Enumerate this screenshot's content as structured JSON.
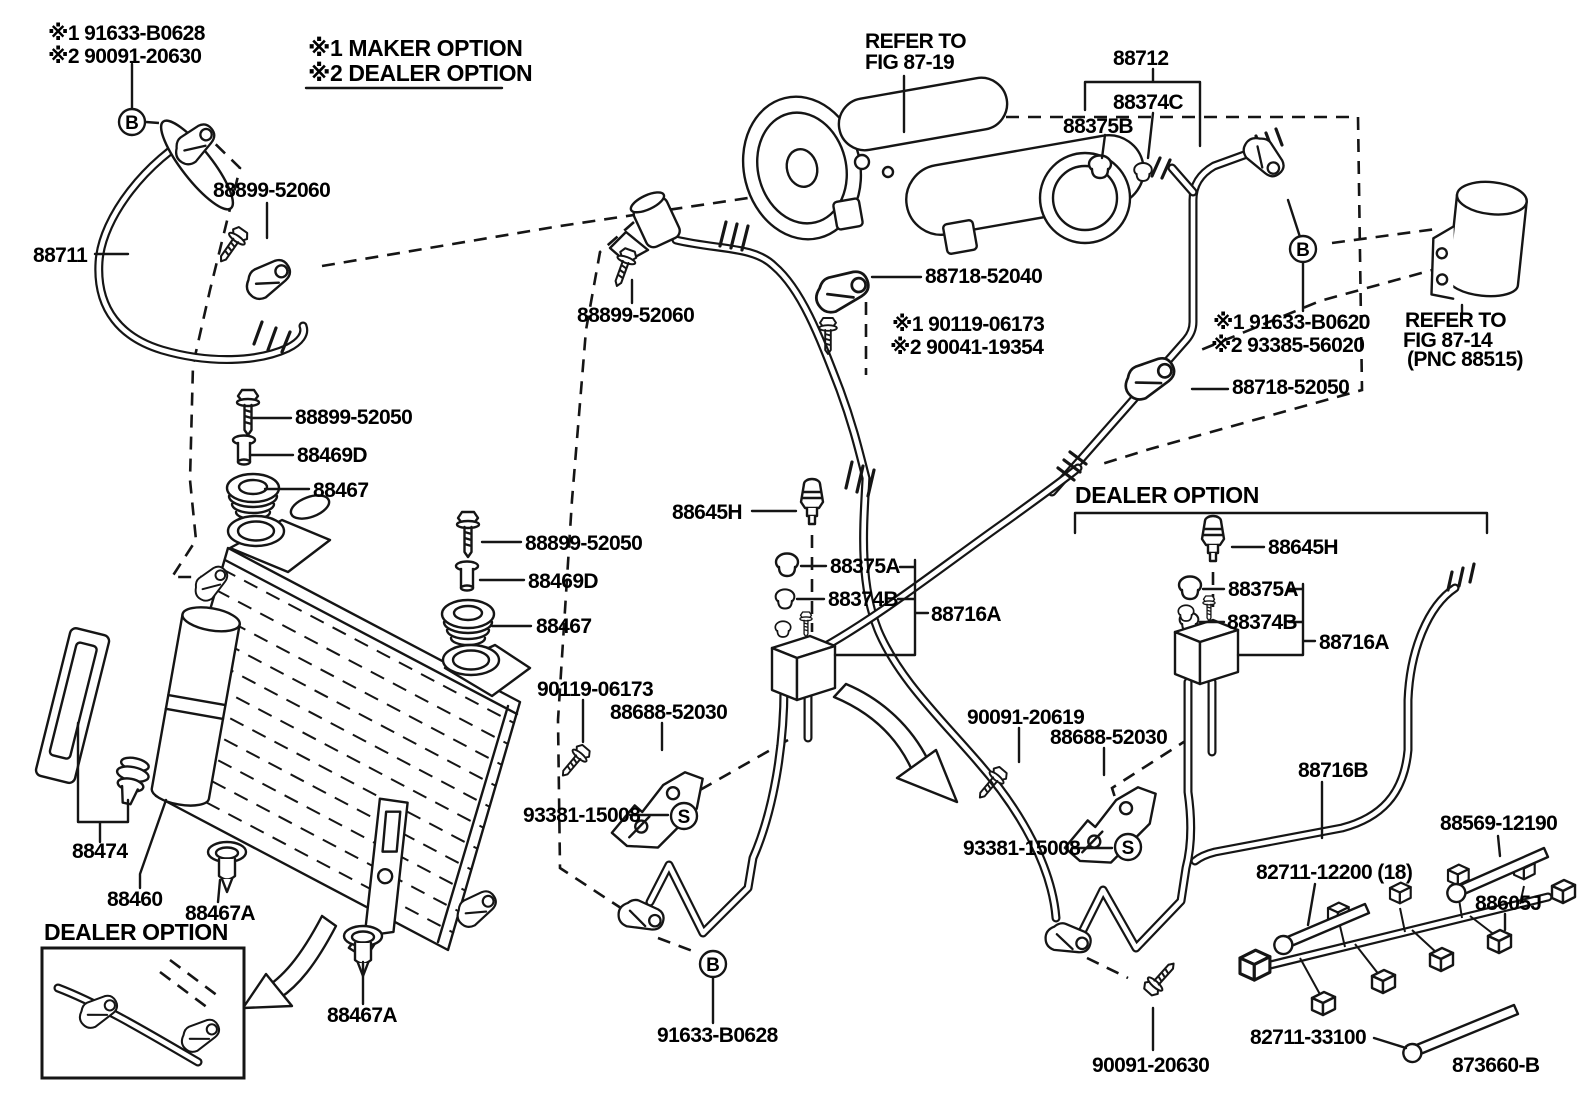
{
  "colors": {
    "ink": "#151515",
    "bg": "#ffffff"
  },
  "legend": {
    "maker": "※1 MAKER OPTION",
    "dealer": "※2 DEALER OPTION"
  },
  "notes": {
    "top_left_1": "※1 91633-B0628",
    "top_left_2": "※2 90091-20630",
    "compressor_bolt_1": "※1 90119-06173",
    "compressor_bolt_2": "※2 90041-19354",
    "right_clamp_1": "※1 91633-B0620",
    "right_clamp_2": "※2 93385-56020"
  },
  "refs": {
    "fig8719_line1": "REFER TO",
    "fig8719_line2": "FIG 87-19",
    "fig8714_line1": "REFER TO",
    "fig8714_line2": "FIG 87-14",
    "fig8714_line3": "(PNC 88515)"
  },
  "sections": {
    "dealer_right": "DEALER OPTION",
    "dealer_inset": "DEALER OPTION"
  },
  "symbols": {
    "b": "B",
    "s": "S"
  },
  "parts": {
    "p88711": "88711",
    "p88899_52060_a": "88899-52060",
    "p88899_52060_b": "88899-52060",
    "p88712": "88712",
    "p88374C": "88374C",
    "p88375B": "88375B",
    "p88718_52040": "88718-52040",
    "p88718_52050": "88718-52050",
    "p88899_52050_a": "88899-52050",
    "p88899_52050_b": "88899-52050",
    "p88469D_a": "88469D",
    "p88469D_b": "88469D",
    "p88467_a": "88467",
    "p88467_b": "88467",
    "p88645H_a": "88645H",
    "p88645H_b": "88645H",
    "p88375A_a": "88375A",
    "p88375A_b": "88375A",
    "p88374B_a": "88374B",
    "p88374B_b": "88374B",
    "p88716A_a": "88716A",
    "p88716A_b": "88716A",
    "p88716B": "88716B",
    "p90119_06173": "90119-06173",
    "p88688_52030_a": "88688-52030",
    "p88688_52030_b": "88688-52030",
    "p93381_15008_a": "93381-15008",
    "p93381_15008_b": "93381-15008",
    "p90091_20619": "90091-20619",
    "p90091_20630": "90091-20630",
    "p88569_12190": "88569-12190",
    "p82711_12200": "82711-12200 (18)",
    "p82711_33100": "82711-33100",
    "p88605J": "88605J",
    "p873660_B": "873660-B",
    "p88474": "88474",
    "p88460": "88460",
    "p88467A_a": "88467A",
    "p88467A_b": "88467A",
    "p91633_B0628": "91633-B0628"
  }
}
